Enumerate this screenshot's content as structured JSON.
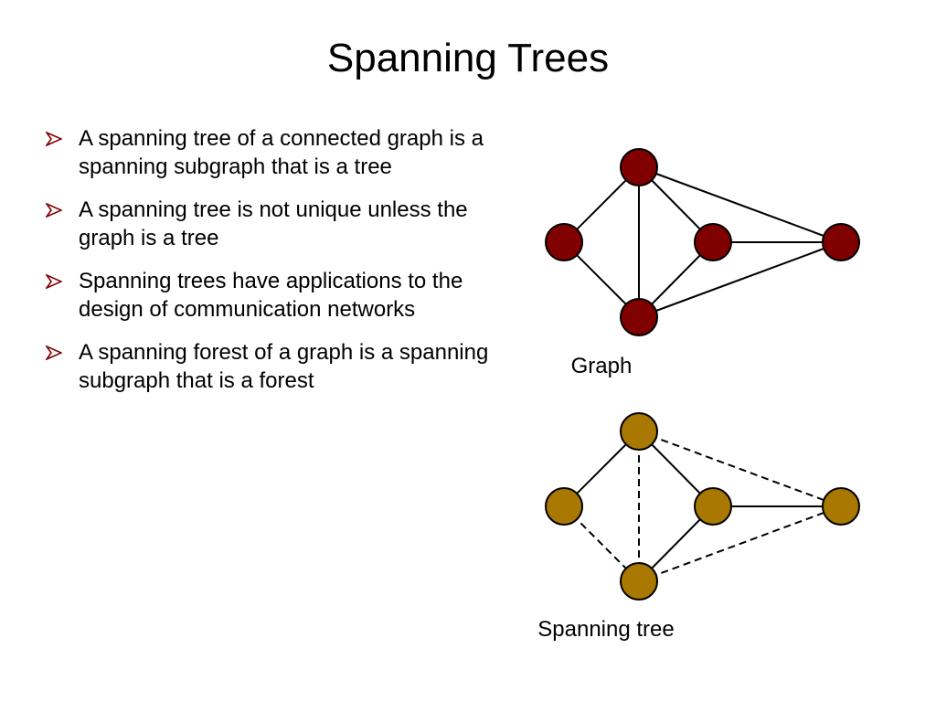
{
  "title": "Spanning Trees",
  "bullets": [
    "A spanning tree of a connected graph is a spanning subgraph that is a tree",
    "A spanning tree is not unique unless the graph is a tree",
    "Spanning trees have applications to the design of communication networks",
    "A spanning forest of a graph is a spanning subgraph that is a forest"
  ],
  "colors": {
    "graph_node": "#800000",
    "tree_node": "#A87800",
    "bullet_marker": "#800000"
  },
  "diagrams": {
    "graph": {
      "caption": "Graph",
      "nodes": [
        "top",
        "left",
        "middle",
        "right",
        "bottom"
      ],
      "edges": [
        {
          "from": "top",
          "to": "left",
          "style": "solid"
        },
        {
          "from": "top",
          "to": "middle",
          "style": "solid"
        },
        {
          "from": "top",
          "to": "bottom",
          "style": "solid"
        },
        {
          "from": "top",
          "to": "right",
          "style": "solid"
        },
        {
          "from": "left",
          "to": "bottom",
          "style": "solid"
        },
        {
          "from": "middle",
          "to": "bottom",
          "style": "solid"
        },
        {
          "from": "middle",
          "to": "right",
          "style": "solid"
        },
        {
          "from": "bottom",
          "to": "right",
          "style": "solid"
        }
      ]
    },
    "spanning_tree": {
      "caption": "Spanning tree",
      "nodes": [
        "top",
        "left",
        "middle",
        "right",
        "bottom"
      ],
      "edges": [
        {
          "from": "top",
          "to": "left",
          "style": "solid"
        },
        {
          "from": "top",
          "to": "middle",
          "style": "solid"
        },
        {
          "from": "top",
          "to": "bottom",
          "style": "dashed"
        },
        {
          "from": "top",
          "to": "right",
          "style": "dashed"
        },
        {
          "from": "left",
          "to": "bottom",
          "style": "dashed"
        },
        {
          "from": "middle",
          "to": "bottom",
          "style": "solid"
        },
        {
          "from": "middle",
          "to": "right",
          "style": "solid"
        },
        {
          "from": "bottom",
          "to": "right",
          "style": "dashed"
        }
      ]
    }
  }
}
